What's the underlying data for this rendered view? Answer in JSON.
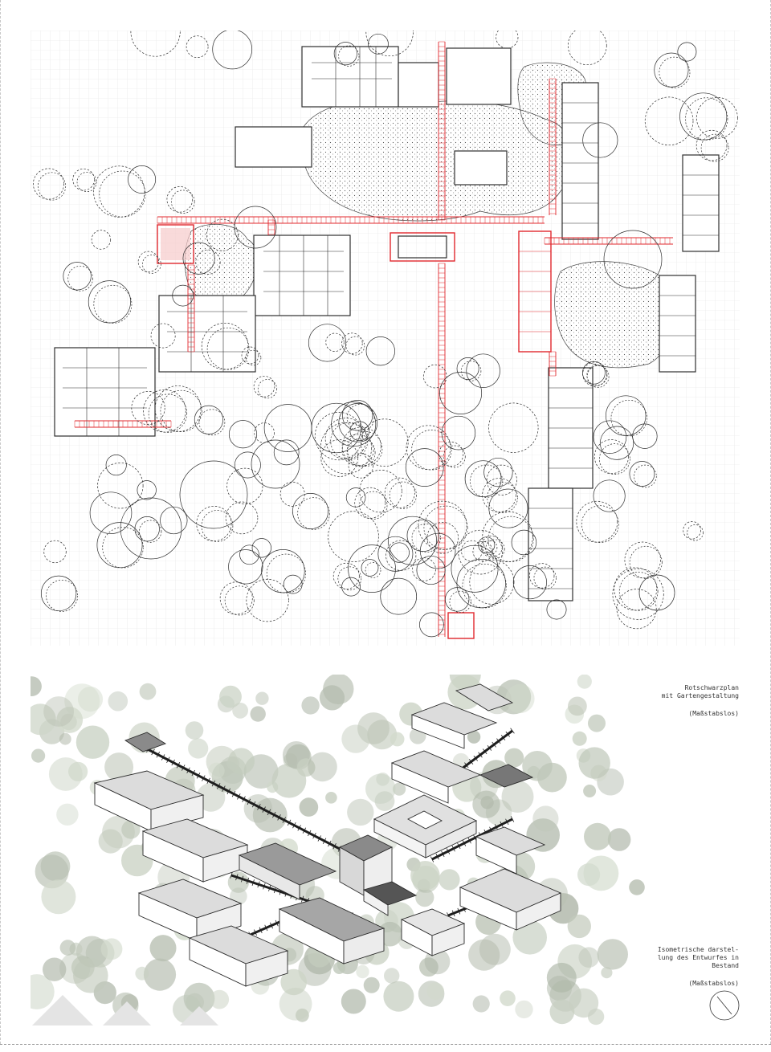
{
  "captions": {
    "plan_title": "Rotschwarzplan\nmit Gartengestaltung",
    "plan_scale": "(Maßstabslos)",
    "iso_title": "Isometrische darstel-\nlung des Entwurfes in\nBestand",
    "iso_scale": "(Maßstabslos)"
  },
  "colors": {
    "grid": "#e3e3e3",
    "linework": "#2e2e2e",
    "accent_red": "#e0282e",
    "tree_canopy": "#c9cfc2",
    "roof": "#d4d4d4"
  },
  "icons": {
    "north_arrow": "north-arrow-icon"
  }
}
